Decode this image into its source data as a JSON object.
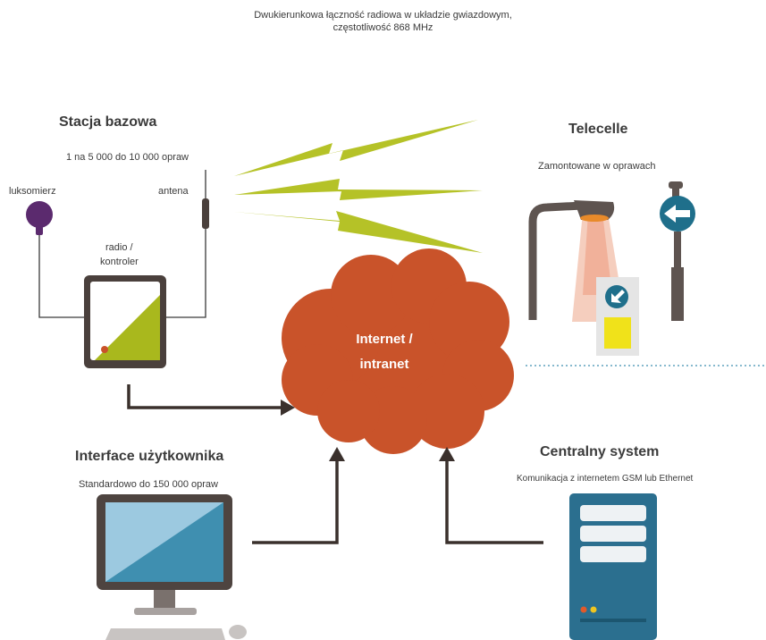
{
  "title": {
    "line1": "Dwukierunkowa łączność radiowa w układzie gwiazdowym,",
    "line2": "częstotliwość 868 MHz"
  },
  "base_station": {
    "heading": "Stacja bazowa",
    "capacity": "1 na 5 000 do 10 000 opraw",
    "lux_meter": "luksomierz",
    "antenna": "antena",
    "radio_line1": "radio /",
    "radio_line2": "kontroler"
  },
  "cloud": {
    "line1": "Internet /",
    "line2": "intranet"
  },
  "telecells": {
    "heading": "Telecelle",
    "subtitle": "Zamontowane w oprawach"
  },
  "user_interface": {
    "heading": "Interface użytkownika",
    "subtitle": "Standardowo do 150 000 opraw"
  },
  "central_system": {
    "heading": "Centralny system",
    "subtitle": "Komunikacja z internetem GSM lub Ethernet"
  },
  "colors": {
    "lightning": "#b5c227",
    "cloud": "#c9532a",
    "controller_green": "#a9b81d",
    "lux_purple": "#5b2a6e",
    "sign_blue": "#1f6f8b",
    "arrow_dark": "#3a302c",
    "server_blue": "#2b6f8f",
    "monitor_blue": "#3f8fb0"
  },
  "icons": [
    "lightning-bolt-icon",
    "cloud-icon",
    "lux-meter-icon",
    "antenna-icon",
    "controller-icon",
    "street-lamp-icon",
    "road-sign-icon",
    "monitor-icon",
    "keyboard-icon",
    "mouse-icon",
    "server-icon",
    "arrow-icon"
  ]
}
